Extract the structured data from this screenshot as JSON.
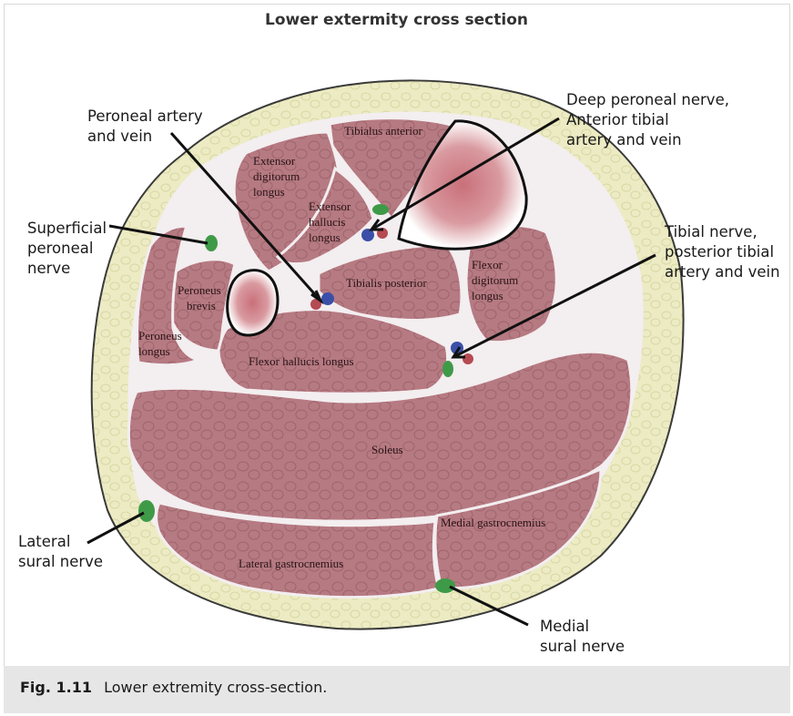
{
  "title": "Lower extermity cross section",
  "muscles": {
    "tibialis_anterior": "Tibialus anterior",
    "extensor_digitorum_longus": [
      "Extensor",
      "digitorum",
      "longus"
    ],
    "extensor_hallucis_longus": [
      "Extensor",
      "hallucis",
      "longus"
    ],
    "tibialis_posterior": "Tibialis posterior",
    "flexor_digitorum_longus": [
      "Flexor",
      "digitorum",
      "longus"
    ],
    "peroneus_brevis": [
      "Peroneus",
      "brevis"
    ],
    "peroneus_longus": [
      "Peroneus",
      "longus"
    ],
    "flexor_hallucis_longus": "Flexor hallucis longus",
    "soleus": "Soleus",
    "medial_gastrocnemius": "Medial gastrocnemius",
    "lateral_gastrocnemius": "Lateral gastrocnemius"
  },
  "callouts": {
    "peroneal_artery": [
      "Peroneal artery",
      "and vein"
    ],
    "deep_peroneal": [
      "Deep peroneal nerve,",
      "Anterior tibial",
      "artery and vein"
    ],
    "superficial_peroneal": [
      "Superficial",
      "peroneal",
      "nerve"
    ],
    "tibial_nerve": [
      "Tibial nerve,",
      "posterior tibial",
      "artery and vein"
    ],
    "lateral_sural": [
      "Lateral",
      "sural nerve"
    ],
    "medial_sural": [
      "Medial",
      "sural nerve"
    ]
  },
  "caption": {
    "label": "Fig. 1.11",
    "text": "Lower extremity cross-section."
  },
  "colors": {
    "fat": "#ecebc4",
    "muscle": "#b67a82",
    "fascia": "#f3eef0",
    "nerve": "#3f9a48",
    "vein": "#3b4fa8",
    "artery": "#b54a52"
  }
}
